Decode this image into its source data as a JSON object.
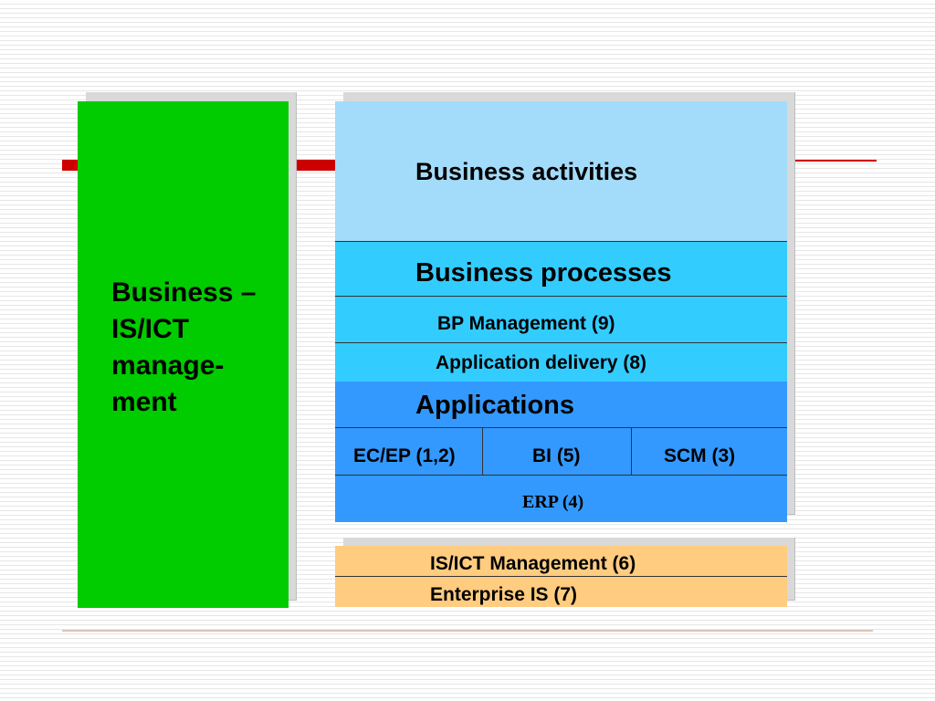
{
  "management": {
    "label": "Business –\nIS/ICT\nmanage-\nment"
  },
  "layers": {
    "business_activities": "Business activities",
    "business_processes": "Business processes",
    "bp_management": "BP Management (9)",
    "application_delivery": "Application delivery (8)",
    "applications": "Applications",
    "ec_ep": "EC/EP (1,2)",
    "bi": "BI (5)",
    "scm": "SCM  (3)",
    "erp": "ERP (4)"
  },
  "infrastructure": {
    "ict_management": "IS/ICT Management (6)",
    "enterprise_is": "Enterprise IS (7)"
  },
  "colors": {
    "management": "#00cc00",
    "business_activities": "#a3dcfa",
    "business_processes": "#33ccff",
    "applications": "#3399ff",
    "infrastructure": "#ffcc80",
    "accent": "#cc0000"
  }
}
